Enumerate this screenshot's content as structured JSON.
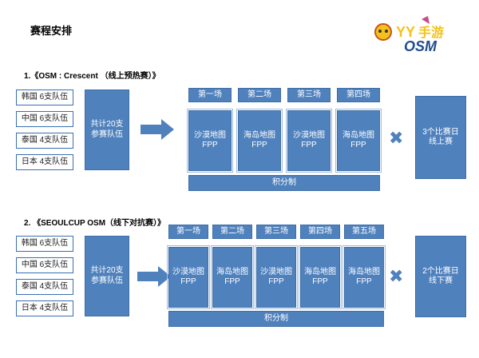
{
  "page_title": "赛程安排",
  "logo": {
    "text": "YY 手游",
    "sub": "OSM"
  },
  "sections": [
    {
      "title": "1.《OSM : Crescent （线上预热赛）》",
      "teams": [
        "韩国 6支队伍",
        "中国 6支队伍",
        "泰国 4支队伍",
        "日本 4支队伍"
      ],
      "total": "共计20支参赛队伍",
      "rounds": [
        "第一场",
        "第二场",
        "第三场",
        "第四场"
      ],
      "maps": [
        "沙漠地图\nFPP",
        "海岛地图\nFPP",
        "沙漠地图\nFPP",
        "海岛地图\nFPP"
      ],
      "scoring": "积分制",
      "result": "3个比赛日\n线上赛"
    },
    {
      "title": "2. 《SEOULCUP OSM（线下对抗赛）》",
      "teams": [
        "韩国 6支队伍",
        "中国 6支队伍",
        "泰国 4支队伍",
        "日本 4支队伍"
      ],
      "total": "共计20支参赛队伍",
      "rounds": [
        "第一场",
        "第二场",
        "第三场",
        "第四场",
        "第五场"
      ],
      "maps": [
        "沙漠地图\nFPP",
        "海岛地图\nFPP",
        "沙漠地图\nFPP",
        "海岛地图\nFPP",
        "海岛地图\nFPP"
      ],
      "scoring": "积分制",
      "result": "2个比赛日\n线下赛"
    }
  ]
}
